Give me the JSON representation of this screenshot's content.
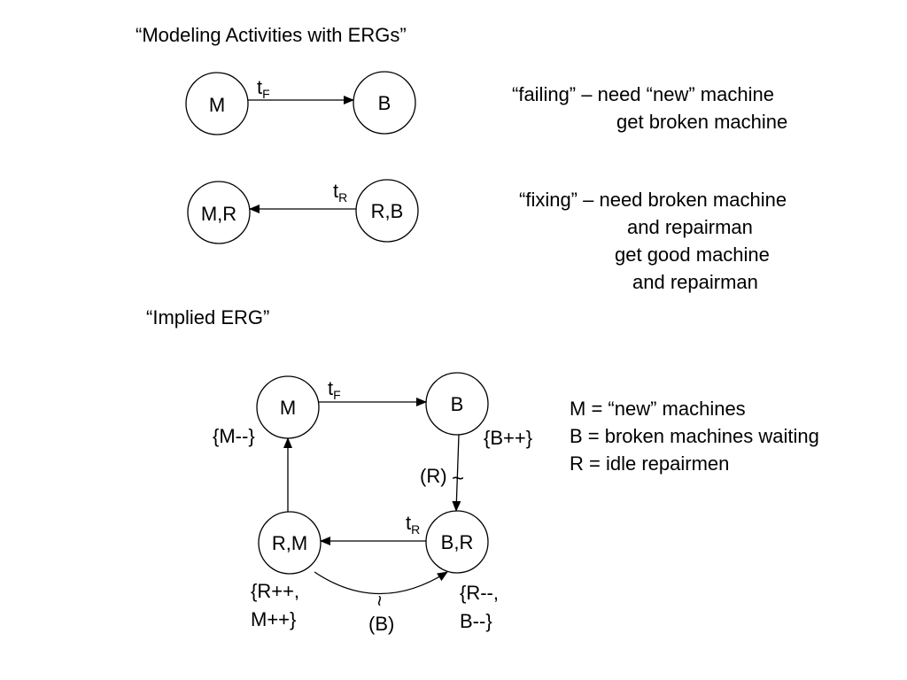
{
  "titles": {
    "main": "“Modeling Activities with ERGs”",
    "implied": "“Implied ERG”"
  },
  "failing": {
    "nodes": {
      "left": "M",
      "right": "B"
    },
    "transition": {
      "base": "t",
      "sub": "F"
    },
    "description": [
      "“failing” – need “new” machine",
      "get broken machine"
    ]
  },
  "fixing": {
    "nodes": {
      "left": "M,R",
      "right": "R,B"
    },
    "transition": {
      "base": "t",
      "sub": "R"
    },
    "description": [
      "“fixing” – need broken machine",
      "and repairman",
      "get good machine",
      "and repairman"
    ]
  },
  "implied": {
    "nodes": {
      "m": "M",
      "b": "B",
      "rm": "R,M",
      "br": "B,R"
    },
    "transitions": {
      "fail": {
        "base": "t",
        "sub": "F"
      },
      "repair": {
        "base": "t",
        "sub": "R"
      }
    },
    "updates": {
      "m": "{M--}",
      "b": "{B++}",
      "rm": [
        "{R++,",
        "M++}"
      ],
      "br": [
        "{R--,",
        "B--}"
      ]
    },
    "conditions": {
      "br_edge": "(R)",
      "rm_edge": "(B)",
      "tilde": "~"
    },
    "legend": [
      "M = “new” machines",
      "B = broken machines waiting",
      "R = idle repairmen"
    ]
  }
}
